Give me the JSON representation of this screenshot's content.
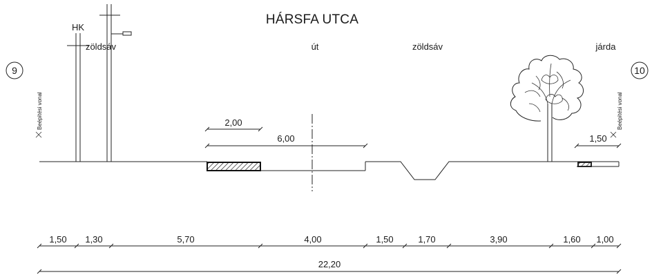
{
  "title": "HÁRSFA UTCA",
  "labels": {
    "hk": "HK",
    "zoldsav_left": "zöldsáv",
    "ut": "út",
    "zoldsav_right": "zöldsáv",
    "jarda": "járda",
    "beepitesi_left": "Beépítési vonal",
    "beepitesi_right": "Beépítési vonal"
  },
  "markers": {
    "left": "9",
    "right": "10"
  },
  "dims_upper": {
    "lane": "2,00",
    "road": "6,00",
    "sidewalk": "1,50"
  },
  "dims_bottom": [
    "1,50",
    "1,30",
    "5,70",
    "4,00",
    "1,50",
    "1,70",
    "3,90",
    "1,60",
    "1,00"
  ],
  "total": "22,20"
}
